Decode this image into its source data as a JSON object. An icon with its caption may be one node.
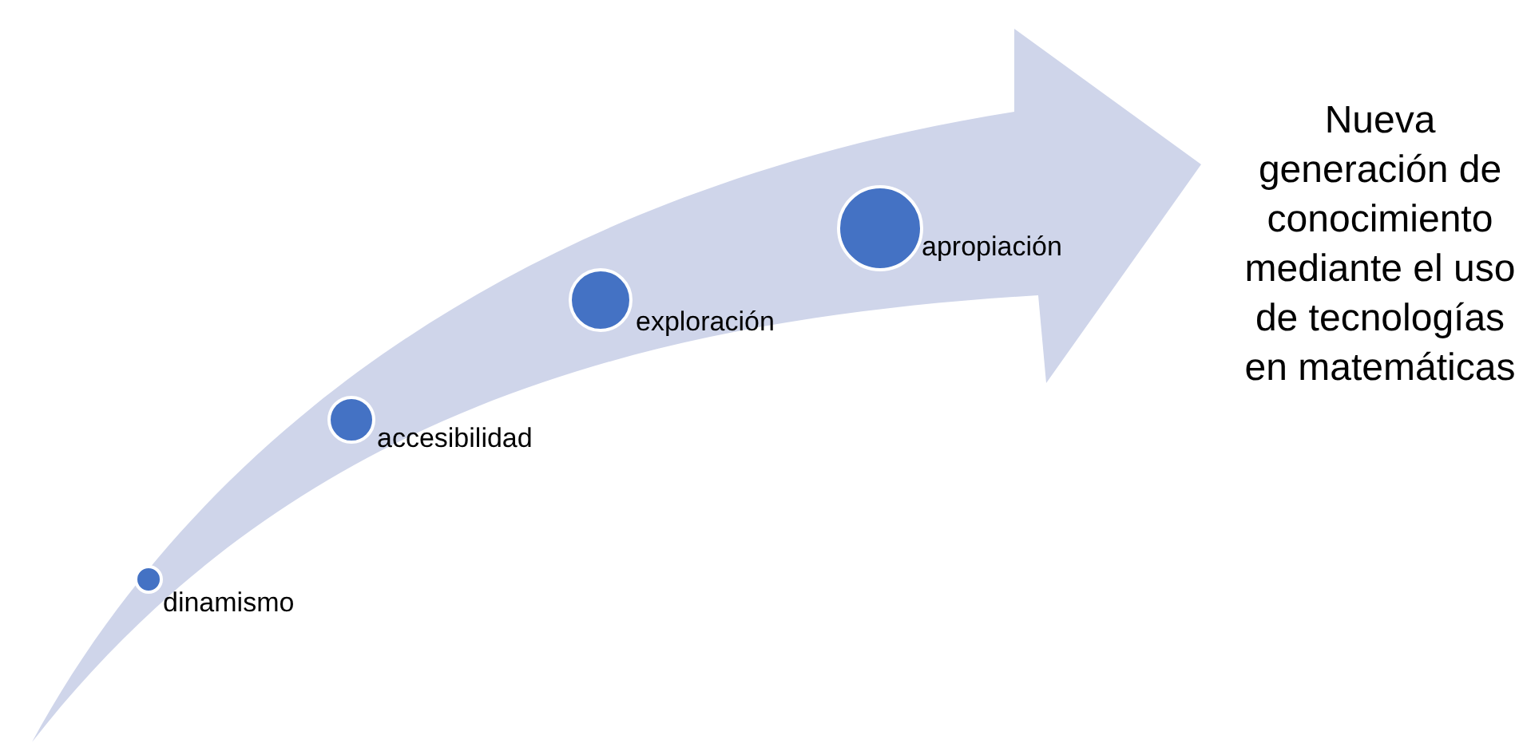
{
  "diagram": {
    "nodes": [
      {
        "text": [],
        "shape": "circle",
        "beside": [
          "dinamismo"
        ]
      },
      {
        "text": [],
        "shape": "circle",
        "beside": [
          "accesibilidad"
        ]
      },
      {
        "text": [],
        "shape": "circle",
        "beside": [
          "exploración"
        ]
      },
      {
        "text": [],
        "shape": "circle",
        "beside": [
          "apropiación"
        ]
      }
    ],
    "labels": [
      "Nueva generación de conocimiento mediante el uso de tecnologías en matemáticas"
    ]
  }
}
